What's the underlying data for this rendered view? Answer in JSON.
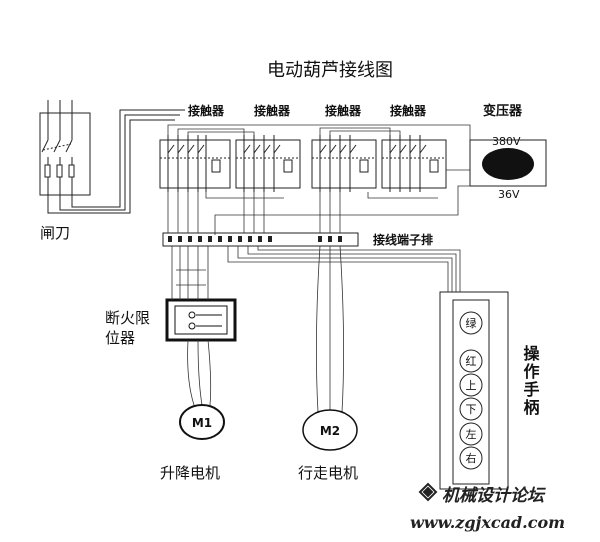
{
  "title": "电动葫芦接线图",
  "labels": {
    "contactor": "接触器",
    "transformer": "变压器",
    "v380": "380V",
    "v36": "36V",
    "knife_switch": "闸刀",
    "terminal_strip": "接线端子排",
    "limit_switch_line1": "断火限",
    "limit_switch_line2": "位器",
    "handle": "操作手柄",
    "m1": "M1",
    "m2": "M2",
    "hoist_motor": "升降电机",
    "travel_motor": "行走电机"
  },
  "buttons": [
    "绿",
    "红",
    "上",
    "下",
    "左",
    "右"
  ],
  "watermark": {
    "site_name": "机械设计论坛",
    "url": "www.zgjxcad.com"
  }
}
